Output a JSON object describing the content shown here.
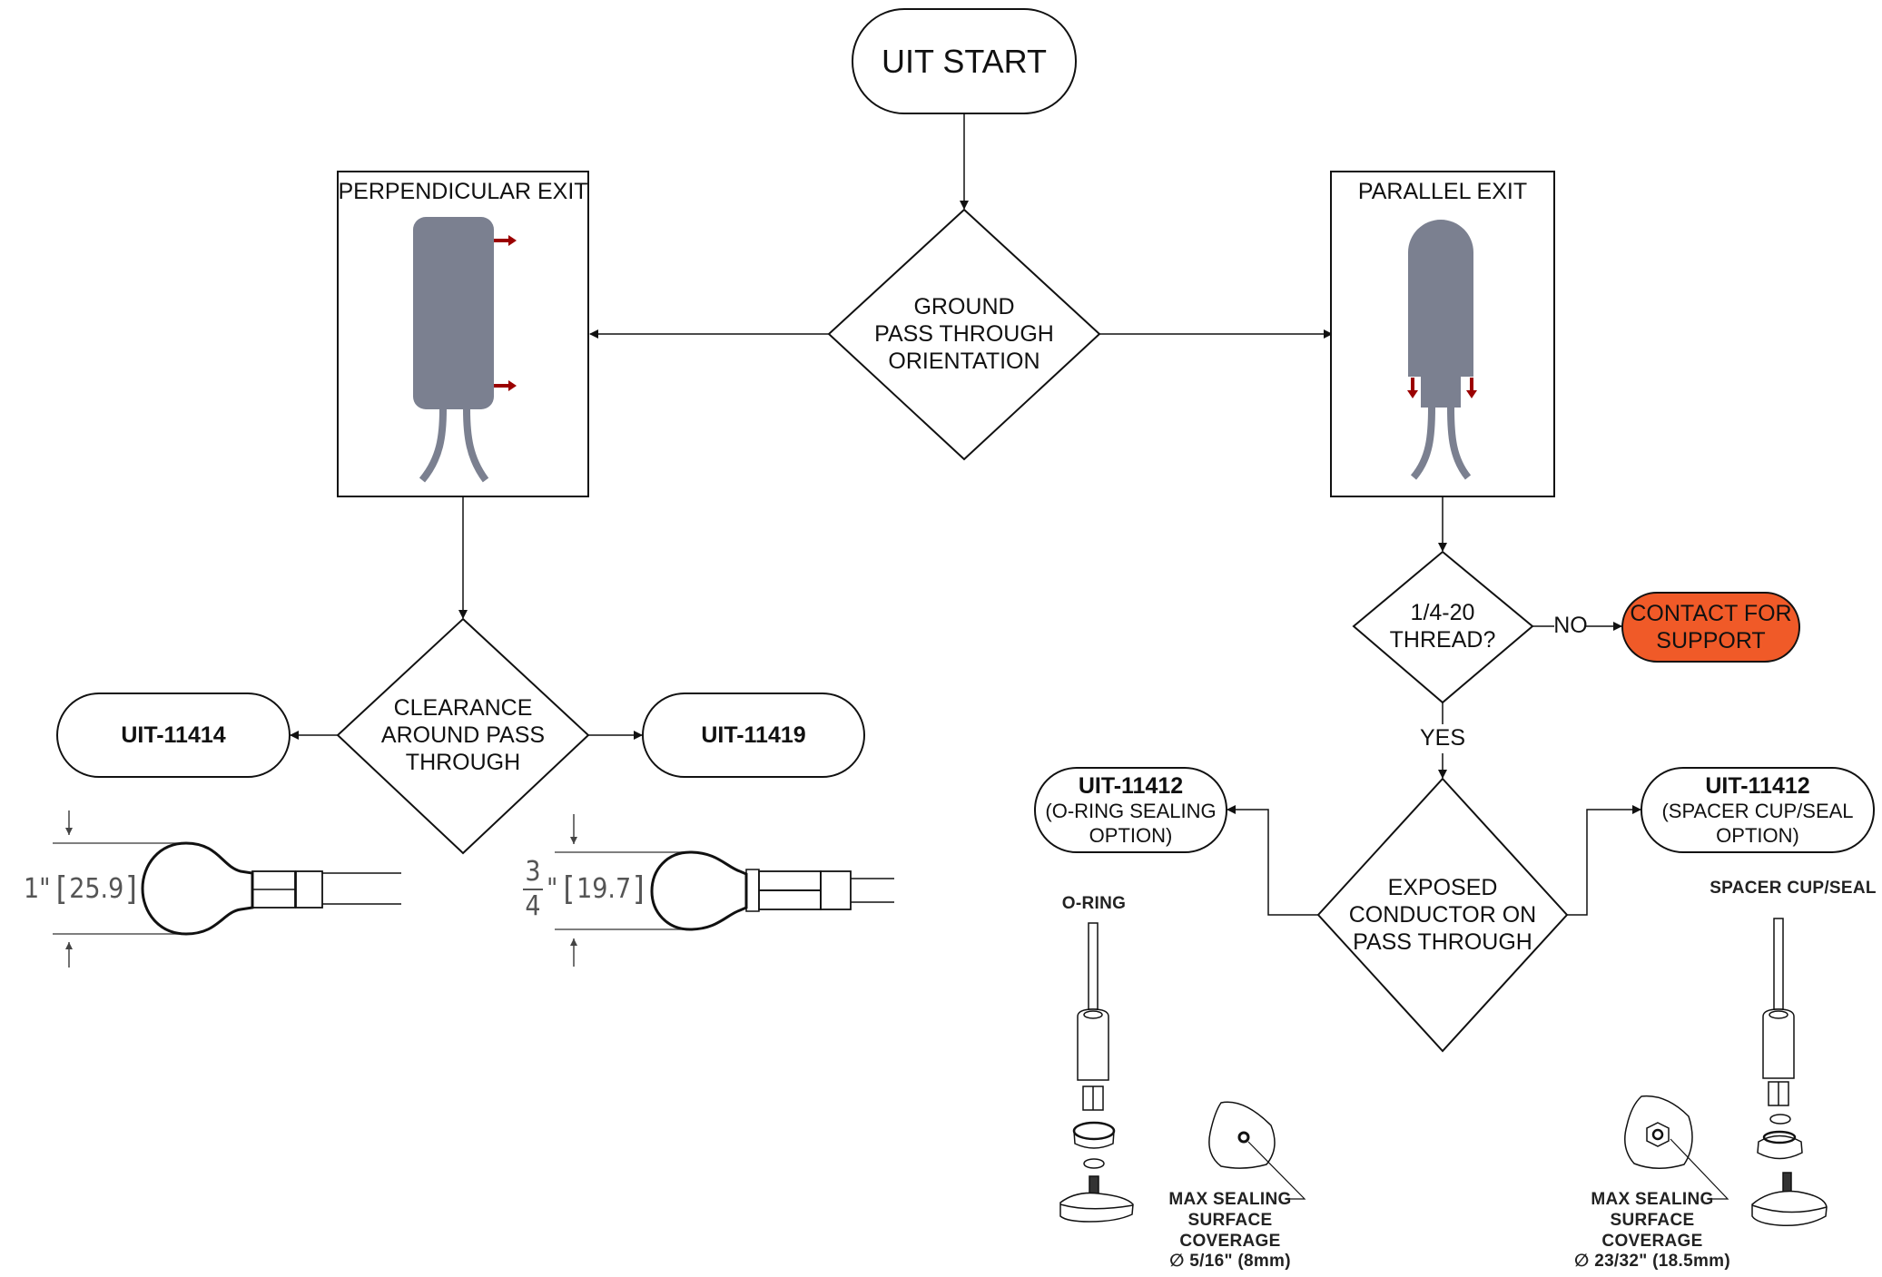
{
  "diagram": {
    "colors": {
      "line": "#111111",
      "device_gray": "#7b8090",
      "exit_arrow_red": "#9b0000",
      "support_fill": "#f05a28"
    },
    "start": {
      "label": "UIT START"
    },
    "decision_orientation": {
      "lines": [
        "GROUND",
        "PASS THROUGH",
        "ORIENTATION"
      ]
    },
    "perpendicular_exit": {
      "title": "PERPENDICULAR EXIT"
    },
    "parallel_exit": {
      "title": "PARALLEL EXIT"
    },
    "decision_clearance": {
      "lines": [
        "CLEARANCE",
        "AROUND PASS",
        "THROUGH"
      ]
    },
    "result_left": {
      "label": "UIT-11414"
    },
    "result_right": {
      "label": "UIT-11419"
    },
    "dimension_1": {
      "inch": "1\"",
      "mm": "25.9"
    },
    "dimension_2": {
      "frac_num": "3",
      "frac_den": "4",
      "inch_mark": "\"",
      "mm": "19.7"
    },
    "decision_thread": {
      "lines": [
        "1/4-20",
        "THREAD?"
      ]
    },
    "edge_no": {
      "label": "NO"
    },
    "edge_yes": {
      "label": "YES"
    },
    "support": {
      "lines": [
        "CONTACT FOR",
        "SUPPORT"
      ]
    },
    "decision_conductor": {
      "lines": [
        "EXPOSED",
        "CONDUCTOR ON",
        "PASS THROUGH"
      ]
    },
    "oring_option": {
      "part": "UIT-11412",
      "lines": [
        "(O-RING SEALING",
        "OPTION)"
      ]
    },
    "spacer_option": {
      "part": "UIT-11412",
      "lines": [
        "(SPACER CUP/SEAL",
        "OPTION)"
      ]
    },
    "oring_caption": "O-RING",
    "spacer_caption": "SPACER CUP/SEAL",
    "oring_coverage": {
      "lines": [
        "MAX SEALING",
        "SURFACE COVERAGE"
      ],
      "value": "5/16\" (8mm)",
      "symbol": "∅"
    },
    "spacer_coverage": {
      "lines": [
        "MAX SEALING",
        "SURFACE COVERAGE"
      ],
      "value": "23/32\" (18.5mm)",
      "symbol": "∅"
    }
  }
}
